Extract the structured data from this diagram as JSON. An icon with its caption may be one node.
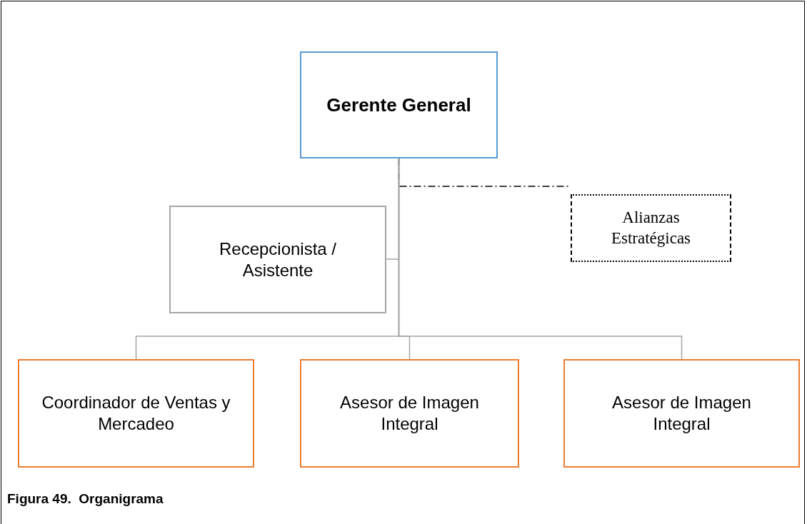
{
  "diagram": {
    "caption": "Figura 49.  Organigrama",
    "nodes": [
      {
        "text": [
          "Gerente General"
        ]
      },
      {
        "text": [
          "Recepcionista / Asistente"
        ]
      },
      {
        "text": [
          "Alianzas Estratégicas"
        ]
      },
      {
        "text": [
          "Coordinador de Ventas y Mercadeo"
        ]
      },
      {
        "text": [
          "Asesor de Imagen Integral"
        ]
      },
      {
        "text": [
          "Asesor de Imagen Integral"
        ]
      }
    ],
    "edges": [
      {
        "from": 0,
        "to": 1,
        "arrow": "none"
      },
      {
        "from": 0,
        "to": 2,
        "arrow": "none",
        "style": "dashed",
        "color": "#000000"
      },
      {
        "from": 0,
        "to": 3,
        "arrow": "none"
      },
      {
        "from": 0,
        "to": 4,
        "arrow": "none"
      },
      {
        "from": 0,
        "to": 5,
        "arrow": "none"
      }
    ]
  }
}
